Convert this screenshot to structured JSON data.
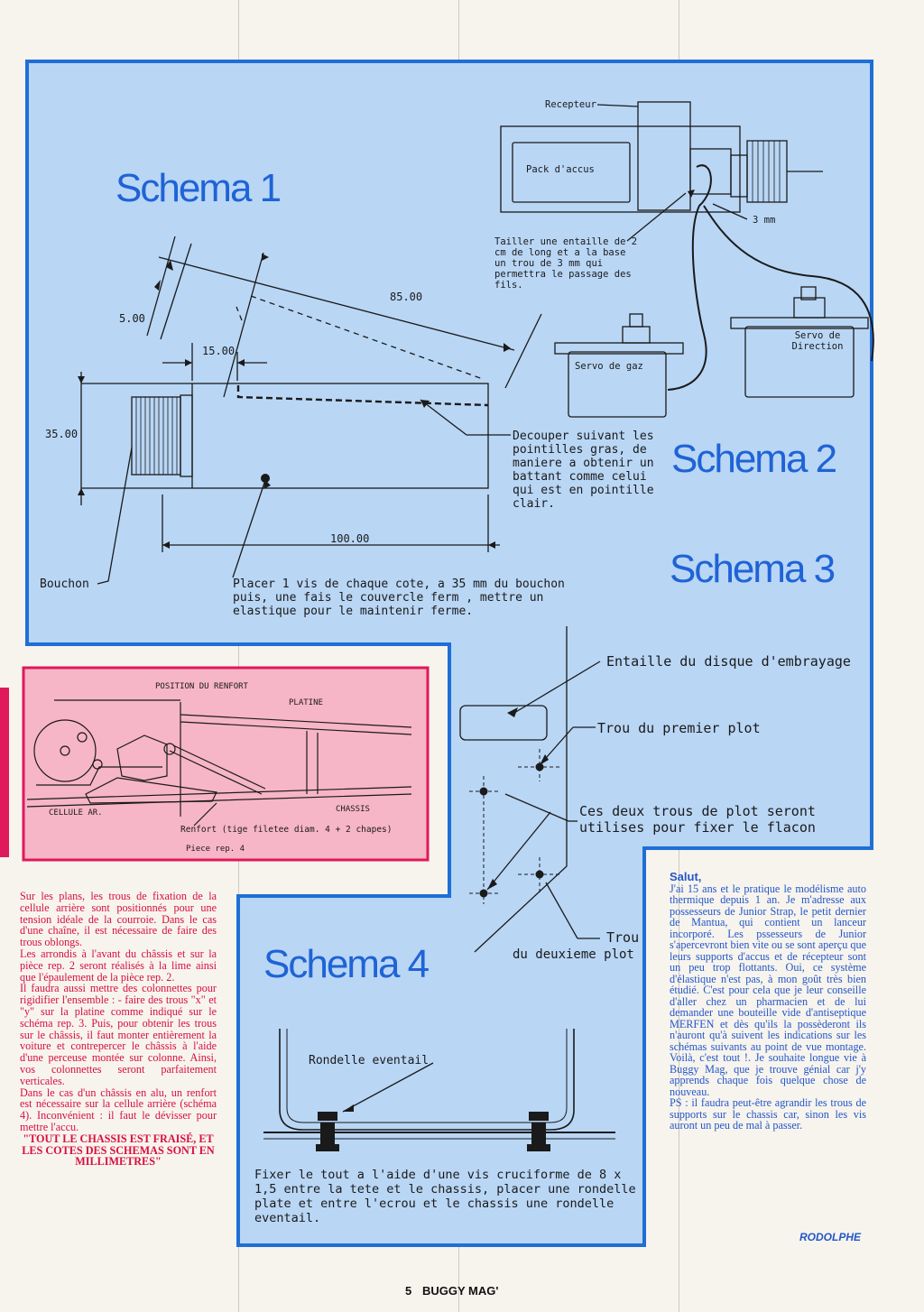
{
  "colors": {
    "panel_blue": "#b9d6f5",
    "panel_border": "#1f6fd6",
    "pink": "#f7b5c8",
    "pink_border": "#e0185a",
    "heading_blue": "#1f63d6",
    "red_text": "#d80f3d",
    "blue_text": "#2356c8"
  },
  "schema1": {
    "title": "Schema 1",
    "dim_85": "85.00",
    "dim_5": "5.00",
    "dim_15": "15.00",
    "dim_35": "35.00",
    "dim_100": "100.00",
    "cut_note": "Decouper suivant les pointilles gras, de maniere a obtenir un battant comme celui qui est en pointille clair.",
    "bouchon": "Bouchon",
    "screw_note": "Placer 1 vis de chaque cote, a 35 mm du bouchon puis, une fais le couvercle ferm , mettre un elastique pour le maintenir ferme."
  },
  "schema2": {
    "title": "Schema 2",
    "recepteur": "Recepteur",
    "pack": "Pack d'accus",
    "notch_note": "Tailler une entaille de 2 cm de long et a la base un trou de 3 mm qui permettra le passage des fils.",
    "mm3": "3 mm",
    "servo_gaz": "Servo de gaz",
    "servo_dir": "Servo de Direction"
  },
  "schema3": {
    "title": "Schema 3",
    "entaille": "Entaille du disque d'embrayage",
    "trou1": "Trou du premier plot",
    "deux_trous": "Ces deux trous de plot seront utilises pour fixer le flacon",
    "trou2a": "Trou",
    "trou2b": "du deuxieme plot"
  },
  "schema4": {
    "title": "Schema 4",
    "rondelle": "Rondelle eventail",
    "fix_note": "Fixer le tout a l'aide d'une vis cruciforme de 8 x 1,5 entre la tete et le chassis, placer une rondelle plate et entre l'ecrou et le chassis une rondelle eventail."
  },
  "pink": {
    "position": "POSITION DU RENFORT",
    "platine": "PLATINE",
    "chassis": "CHASSIS",
    "cellule": "CELLULE AR.",
    "renfort": "Renfort (tige filetee diam. 4 + 2 chapes)",
    "piece": "Piece rep. 4"
  },
  "red_text": {
    "p1": "Sur les plans, les trous de fixation de la cellule arrière sont positionnés pour une tension idéale de la courroie. Dans le cas d'une chaîne, il est nécessaire de faire des trous oblongs.",
    "p2": "Les arrondis à l'avant du châssis et sur la pièce rep. 2 seront réalisés à la lime ainsi que l'épaulement de la pièce rep. 2.",
    "p3": "Il faudra aussi mettre des colonnettes pour rigidifier l'ensemble : - faire des trous \"x\" et \"y\" sur la platine comme indiqué sur le schéma rep. 3. Puis, pour obtenir les trous sur le châssis, il faut monter entièrement la voiture et contrepercer le châssis à l'aide d'une perceuse montée sur colonne. Ainsi, vos colonnettes seront parfaitement verticales.",
    "p4": "Dans le cas d'un châssis en alu, un renfort est nécessaire sur la cellule arrière (schéma 4). Inconvénient : il faut le dévisser pour mettre l'accu.",
    "p5": "\"TOUT LE CHASSIS EST FRAISÉ, ET LES COTES DES SCHEMAS SONT EN MILLIMETRES\""
  },
  "blue_text": {
    "greeting": "Salut,",
    "p1": "J'ai 15 ans et le pratique le modélisme auto thermique depuis 1 an. Je m'adresse aux possesseurs de Junior Strap, le petit dernier de Mantua, qui contient un lanceur incorporé. Les pssesseurs de Junior s'apercevront bien vite ou se sont aperçu que leurs supports d'accus et de récepteur sont un peu trop flottants. Oui, ce système d'élastique n'est pas, à mon goût très bien étudié. C'est pour cela que je leur conseille d'aller chez un pharmacien et de lui demander une bouteille vide d'antiseptique MERFEN et dès qu'ils la possèderont ils n'auront qu'à suivent les indications sur les schémas suivants au point de vue montage. Voilà, c'est tout !. Je souhaite longue vie à Buggy Mag, que je trouve génial car j'y apprends chaque fois quelque chose de nouveau.",
    "p2": "PS : il faudra peut-être agrandir les trous de supports sur le chassis car, sinon les vis auront un peu de mal à passer.",
    "signature": "RODOLPHE"
  },
  "footer": {
    "page": "5",
    "mag": "BUGGY MAG'"
  }
}
